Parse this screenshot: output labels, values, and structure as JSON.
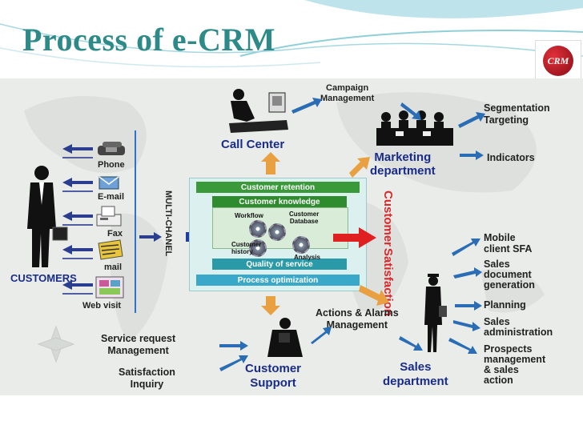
{
  "title": "Process of e-CRM",
  "logo": "CRM",
  "channels": {
    "phone": "Phone",
    "email": "E-mail",
    "fax": "Fax",
    "mail": "mail",
    "web": "Web visit"
  },
  "customers": "CUSTOMERS",
  "multi_channel": "MULTI-CHANEL",
  "call_center": "Call Center",
  "campaign": [
    "Campaign",
    "Management"
  ],
  "marketing": [
    "Marketing",
    "department"
  ],
  "segmentation": [
    "Segmentation",
    "Targeting"
  ],
  "indicators": "Indicators",
  "core": {
    "retention": "Customer retention",
    "knowledge": "Customer knowledge",
    "workflow": "Workflow",
    "database": [
      "Customer",
      "Database"
    ],
    "history": [
      "Customer",
      "history"
    ],
    "analysis": "Analysis",
    "quality": "Quality of service",
    "optimization": "Process optimization"
  },
  "satisfaction": [
    "Customer",
    "Satisfaction"
  ],
  "sales_items": {
    "mobile": [
      "Mobile",
      "client SFA"
    ],
    "docs": [
      "Sales",
      "document",
      "generation"
    ],
    "planning": "Planning",
    "admin": [
      "Sales",
      "administration"
    ],
    "prospects": [
      "Prospects",
      "management",
      "& sales",
      "action"
    ]
  },
  "actions": [
    "Actions & Alarms",
    "Management"
  ],
  "service_request": [
    "Service request",
    "Management"
  ],
  "satisfaction_inquiry": [
    "Satisfaction",
    "Inquiry"
  ],
  "support": [
    "Customer",
    "Support"
  ],
  "sales": [
    "Sales",
    "department"
  ],
  "colors": {
    "title": "#2d8a88",
    "blue_label": "#1a2c8a",
    "accent_red": "#d8282a",
    "arrow_blue": "#2a6db5",
    "arrow_orange": "#e8a040",
    "green_bar": "#2e8b2e",
    "teal_bar": "#2a9aa8"
  }
}
